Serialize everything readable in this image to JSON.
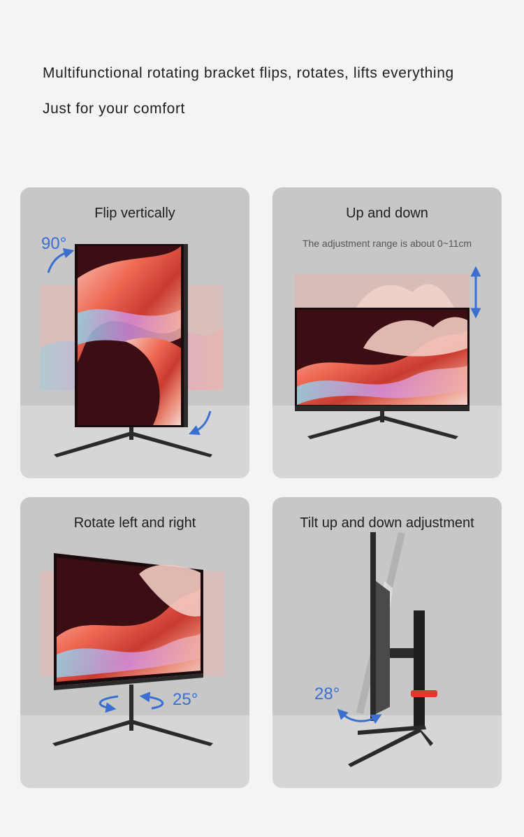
{
  "header": {
    "headline": "Multifunctional rotating bracket flips, rotates, lifts everything",
    "subline": "Just for your comfort"
  },
  "cards": {
    "flip": {
      "title": "Flip vertically",
      "angle": "90°"
    },
    "updown": {
      "title": "Up and down",
      "subtitle": "The adjustment range is about 0~11cm"
    },
    "rotate": {
      "title": "Rotate left and right",
      "angle": "25°"
    },
    "tilt": {
      "title": "Tilt up and down adjustment",
      "angle": "28°"
    }
  },
  "colors": {
    "accent": "#3a6fd0",
    "stand": "#2a2a2a",
    "red_clip": "#e03a2c"
  }
}
